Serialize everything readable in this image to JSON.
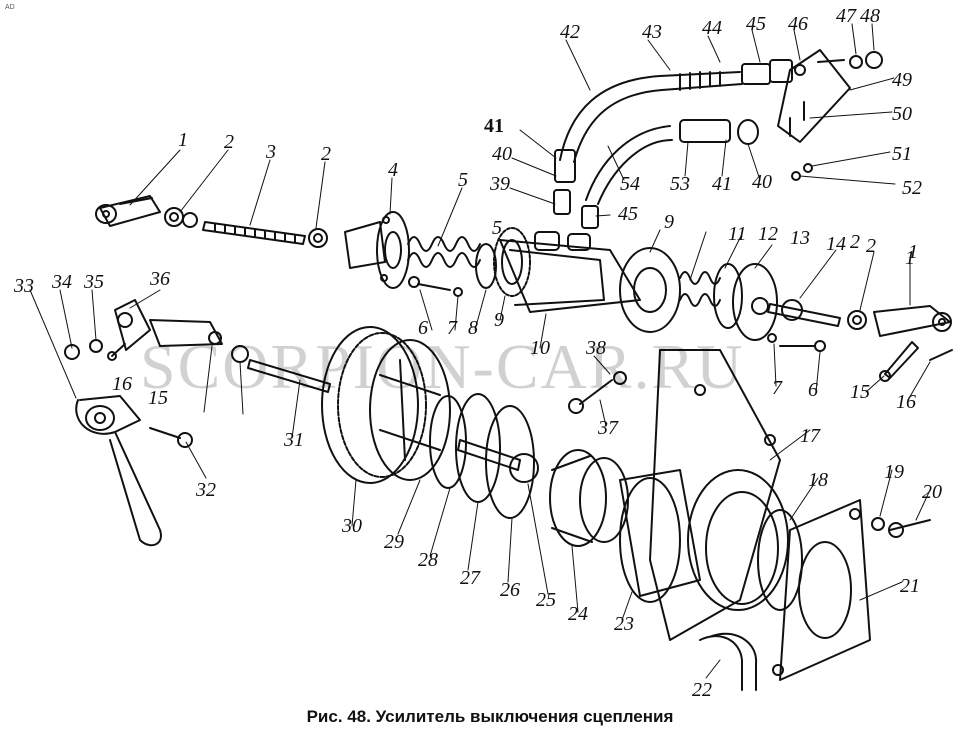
{
  "corner_mark": "AD",
  "watermark": "SCORPION-CAR.RU",
  "caption": "Рис. 48. Усилитель выключения сцепления",
  "labels": [
    "1",
    "2",
    "3",
    "2",
    "4",
    "5",
    "1",
    "2",
    "31",
    "33",
    "34",
    "35",
    "36",
    "16",
    "15",
    "32",
    "30",
    "29",
    "28",
    "27",
    "26",
    "25",
    "24",
    "23",
    "22",
    "21",
    "18",
    "17",
    "19",
    "20",
    "6",
    "7",
    "8",
    "9",
    "10",
    "11",
    "12",
    "13",
    "14",
    "2",
    "1",
    "15",
    "16",
    "5",
    "9",
    "38",
    "37",
    "7",
    "6",
    "39",
    "40",
    "41",
    "42",
    "43",
    "44",
    "45",
    "46",
    "47",
    "48",
    "49",
    "50",
    "51",
    "52",
    "54",
    "53",
    "41",
    "40",
    "45"
  ]
}
